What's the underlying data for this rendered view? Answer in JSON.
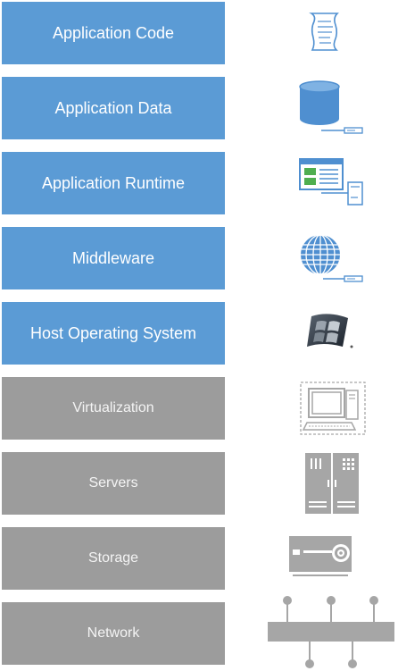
{
  "colors": {
    "managed": "#5b9bd5",
    "infrastructure": "#9c9c9c",
    "icon_blue": "#4f8fd0",
    "icon_gray": "#a6a6a6"
  },
  "layers": [
    {
      "label": "Application Code",
      "tier": "managed",
      "icon": "script-scroll-icon"
    },
    {
      "label": "Application Data",
      "tier": "managed",
      "icon": "database-icon"
    },
    {
      "label": "Application Runtime",
      "tier": "managed",
      "icon": "runtime-window-icon"
    },
    {
      "label": "Middleware",
      "tier": "managed",
      "icon": "globe-icon"
    },
    {
      "label": "Host Operating System",
      "tier": "managed",
      "icon": "windows-logo-icon"
    },
    {
      "label": "Virtualization",
      "tier": "infrastructure",
      "icon": "virtual-computer-icon"
    },
    {
      "label": "Servers",
      "tier": "infrastructure",
      "icon": "server-rack-icon"
    },
    {
      "label": "Storage",
      "tier": "infrastructure",
      "icon": "storage-drive-icon"
    },
    {
      "label": "Network",
      "tier": "infrastructure",
      "icon": "network-bus-icon"
    }
  ]
}
